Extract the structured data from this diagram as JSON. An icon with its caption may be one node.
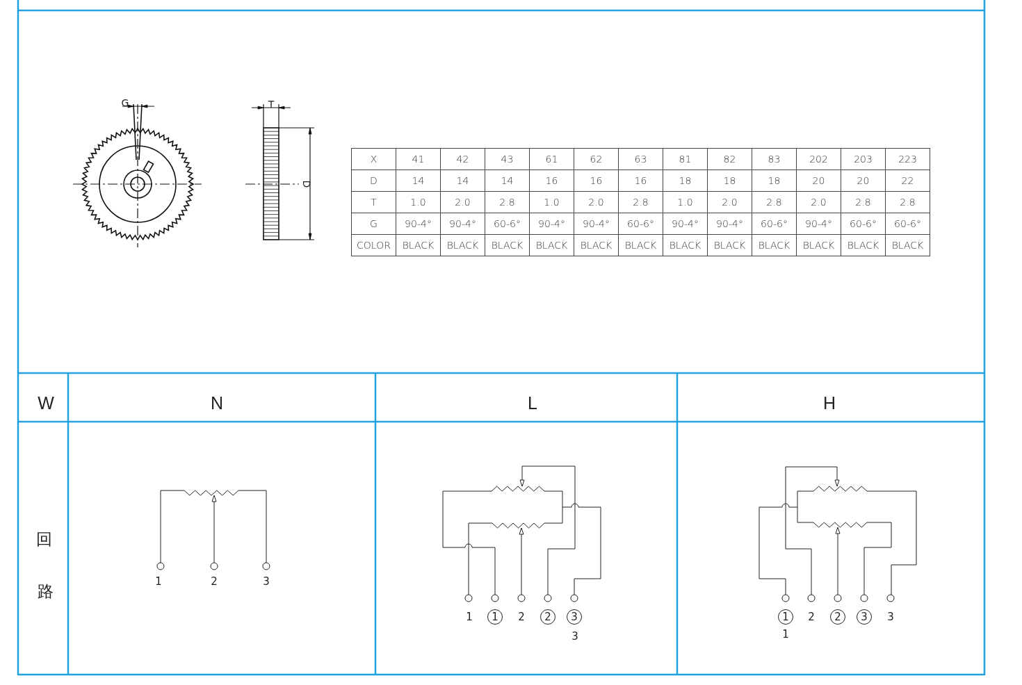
{
  "diagram": {
    "labels": [
      "G",
      "T",
      "D",
      "X",
      "41",
      "42",
      "43",
      "61",
      "62",
      "63",
      "81",
      "82",
      "83",
      "202",
      "203",
      "223",
      "D",
      "14",
      "14",
      "14",
      "16",
      "16",
      "16",
      "18",
      "18",
      "18",
      "20",
      "20",
      "22",
      "T",
      "1.0",
      "2.0",
      "2.8",
      "1.0",
      "2.0",
      "2.8",
      "1.0",
      "2.0",
      "2.8",
      "2.0",
      "2.8",
      "2.8",
      "G",
      "90-4°",
      "90-4°",
      "60-6°",
      "90-4°",
      "90-4°",
      "60-6°",
      "90-4°",
      "90-4°",
      "60-6°",
      "90-4°",
      "60-6°",
      "60-6°",
      "COLOR",
      "BLACK",
      "BLACK",
      "BLACK",
      "BLACK",
      "BLACK",
      "BLACK",
      "BLACK",
      "BLACK",
      "BLACK",
      "BLACK",
      "BLACK",
      "BLACK",
      "W",
      "N",
      "L",
      "H",
      "回",
      "路",
      "1",
      "2",
      "3",
      "1",
      "1",
      "2",
      "2",
      "3",
      "3",
      "1",
      "2",
      "2",
      "3",
      "3",
      "1"
    ]
  }
}
